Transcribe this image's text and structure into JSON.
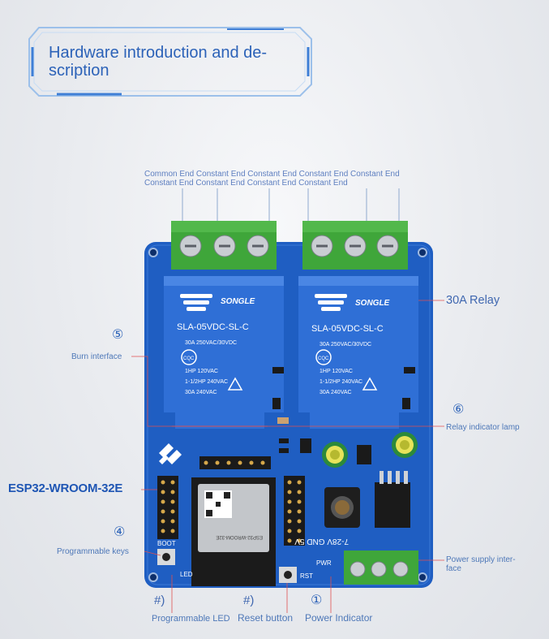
{
  "title": "Hardware introduction and de- scription",
  "title_line1": "Hardware introduction and de-",
  "title_line2": "scription",
  "terminal_labels": {
    "line1": "Common End Constant End Constant End Constant End Constant End",
    "line2": "Constant End Constant End Constant End Constant End"
  },
  "callouts": {
    "relay": "30A Relay",
    "burn_interface": "Burn interface",
    "relay_indicator": "Relay indicator lamp",
    "esp_module": "ESP32-WROOM-32E",
    "programmable_keys": "Programmable keys",
    "power_supply_line1": "Power supply inter-",
    "power_supply_line2": "face",
    "programmable_led": "Programmable LED",
    "reset_button": "Reset button",
    "power_indicator": "Power Indicator"
  },
  "markers": {
    "n5": "⑤",
    "n6": "⑥",
    "n4": "④",
    "n1": "①",
    "hash1": "#)",
    "hash2": "#)"
  },
  "board_print": {
    "relay_brand": "SONGLE",
    "relay_model": "SLA-05VDC-SL-C",
    "relay_rating_1": "30A  250VAC/30VDC",
    "relay_rating_2": "1HP 120VAC",
    "relay_rating_3": "1-1/2HP 240VAC",
    "relay_rating_4": "30A 240VAC",
    "relay_cqc": "CQC",
    "voltage_label": "7-28V GND 5V",
    "rst_label": "RST",
    "pwr_label": "PWR",
    "boot_label": "BOOT",
    "led_label": "LED",
    "module_label": "ESP32-WROOM-32E"
  },
  "colors": {
    "pcb_blue": "#1f5ec2",
    "accent_blue": "#2c62b8",
    "relay_blue": "#2f6fd6",
    "terminal_green": "#3fa63a",
    "callout_line": "#d23a3a"
  }
}
